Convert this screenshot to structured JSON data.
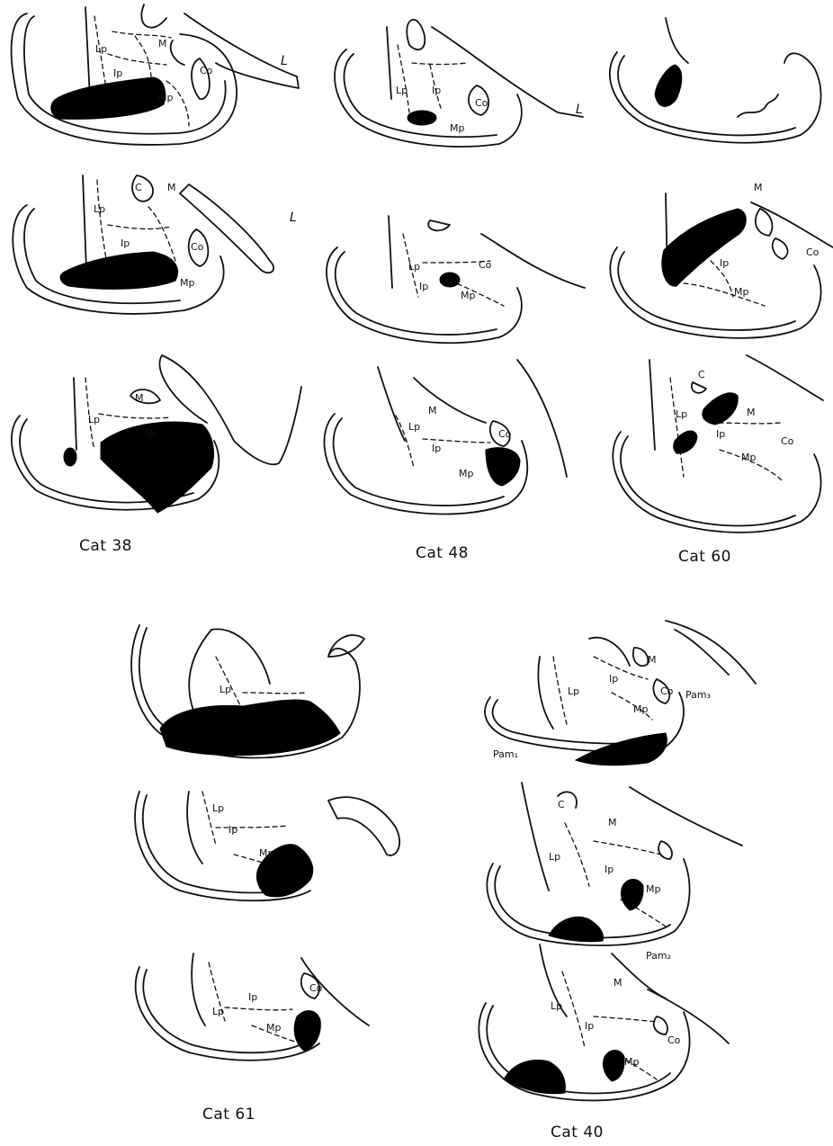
{
  "captions": {
    "cat38": "Cat 38",
    "cat48": "Cat 48",
    "cat60": "Cat 60",
    "cat61": "Cat 61",
    "cat40": "Cat 40"
  },
  "labels": {
    "Lp": "Lp",
    "Ip": "Ip",
    "Mp": "Mp",
    "M": "M",
    "Co": "Co",
    "C": "C",
    "L": "L",
    "Pam1": "Pam₁",
    "Pam2": "Pam₂",
    "Pam3": "Pam₃"
  }
}
